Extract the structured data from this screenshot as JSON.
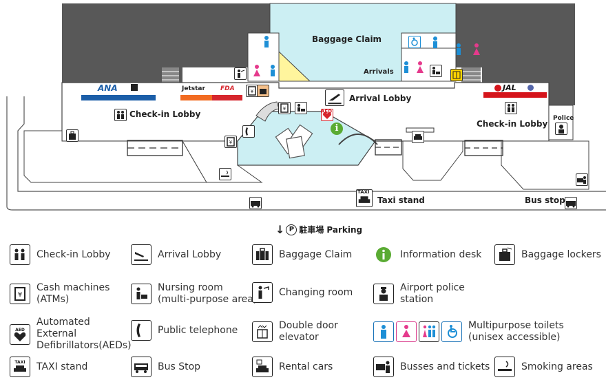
{
  "map": {
    "areas": {
      "baggage_claim": "Baggage Claim",
      "arrivals": "Arrivals",
      "arrival_lobby": "Arrival Lobby",
      "checkin_lobby_left": "Check-in Lobby",
      "checkin_lobby_right": "Check-in Lobby",
      "police": "Police",
      "taxi_stand": "Taxi stand",
      "bus_stop": "Bus stop"
    },
    "airlines": {
      "ana": "ANA",
      "jetstar": "Jetstar",
      "fda": "FDA",
      "jal": "JAL"
    },
    "badges": {
      "taxi": "TAXI",
      "aed": "AED"
    },
    "parking": {
      "label_jp": "駐車場",
      "label_en": "Parking",
      "symbol": "P"
    },
    "colors": {
      "building": "#585858",
      "floor": "#ffffff",
      "baggage_claim": "#cceff3",
      "escalator": "#fff59d",
      "ana_blue": "#1b5ea8",
      "jetstar_orange": "#f26b21",
      "fda_red": "#d6262d",
      "jal_red": "#d5141b",
      "info_green": "#5aab33",
      "toilet_blue": "#1d8fd6",
      "toilet_pink": "#e53a8c"
    }
  },
  "legend": [
    {
      "id": "checkin",
      "icon": "checkin-lobby-icon",
      "lines": [
        "Check-in Lobby"
      ]
    },
    {
      "id": "arrival",
      "icon": "arrival-lobby-icon",
      "lines": [
        "Arrival Lobby"
      ]
    },
    {
      "id": "baggage",
      "icon": "baggage-claim-icon",
      "lines": [
        "Baggage Claim"
      ]
    },
    {
      "id": "info",
      "icon": "information-desk-icon",
      "lines": [
        "Information desk"
      ]
    },
    {
      "id": "lockers",
      "icon": "baggage-lockers-icon",
      "lines": [
        "Baggage lockers"
      ]
    },
    {
      "id": "atm",
      "icon": "cash-machine-icon",
      "lines": [
        "Cash machines",
        "(ATMs)"
      ]
    },
    {
      "id": "nursing",
      "icon": "nursing-room-icon",
      "lines": [
        "Nursing room",
        "(multi-purpose area)"
      ]
    },
    {
      "id": "changing",
      "icon": "changing-room-icon",
      "lines": [
        "Changing room"
      ]
    },
    {
      "id": "police",
      "icon": "airport-police-icon",
      "lines": [
        "Airport police",
        "station"
      ]
    },
    {
      "id": "aed",
      "icon": "aed-icon",
      "lines": [
        "Automated",
        "External",
        "Defibrillators(AEDs)"
      ]
    },
    {
      "id": "phone",
      "icon": "public-telephone-icon",
      "lines": [
        "Public telephone"
      ]
    },
    {
      "id": "elevator",
      "icon": "elevator-icon",
      "lines": [
        "Double door",
        "elevator"
      ]
    },
    {
      "id": "toilets",
      "icon": "multipurpose-toilets-icon",
      "lines": [
        "Multipurpose toilets",
        "(unisex accessible)"
      ]
    },
    {
      "id": "taxi",
      "icon": "taxi-stand-icon",
      "lines": [
        "TAXI stand"
      ]
    },
    {
      "id": "bus",
      "icon": "bus-stop-icon",
      "lines": [
        "Bus Stop"
      ]
    },
    {
      "id": "rental",
      "icon": "rental-cars-icon",
      "lines": [
        "Rental cars"
      ]
    },
    {
      "id": "tickets",
      "icon": "busses-tickets-icon",
      "lines": [
        "Busses and tickets"
      ]
    },
    {
      "id": "smoking",
      "icon": "smoking-area-icon",
      "lines": [
        "Smoking areas"
      ]
    }
  ]
}
